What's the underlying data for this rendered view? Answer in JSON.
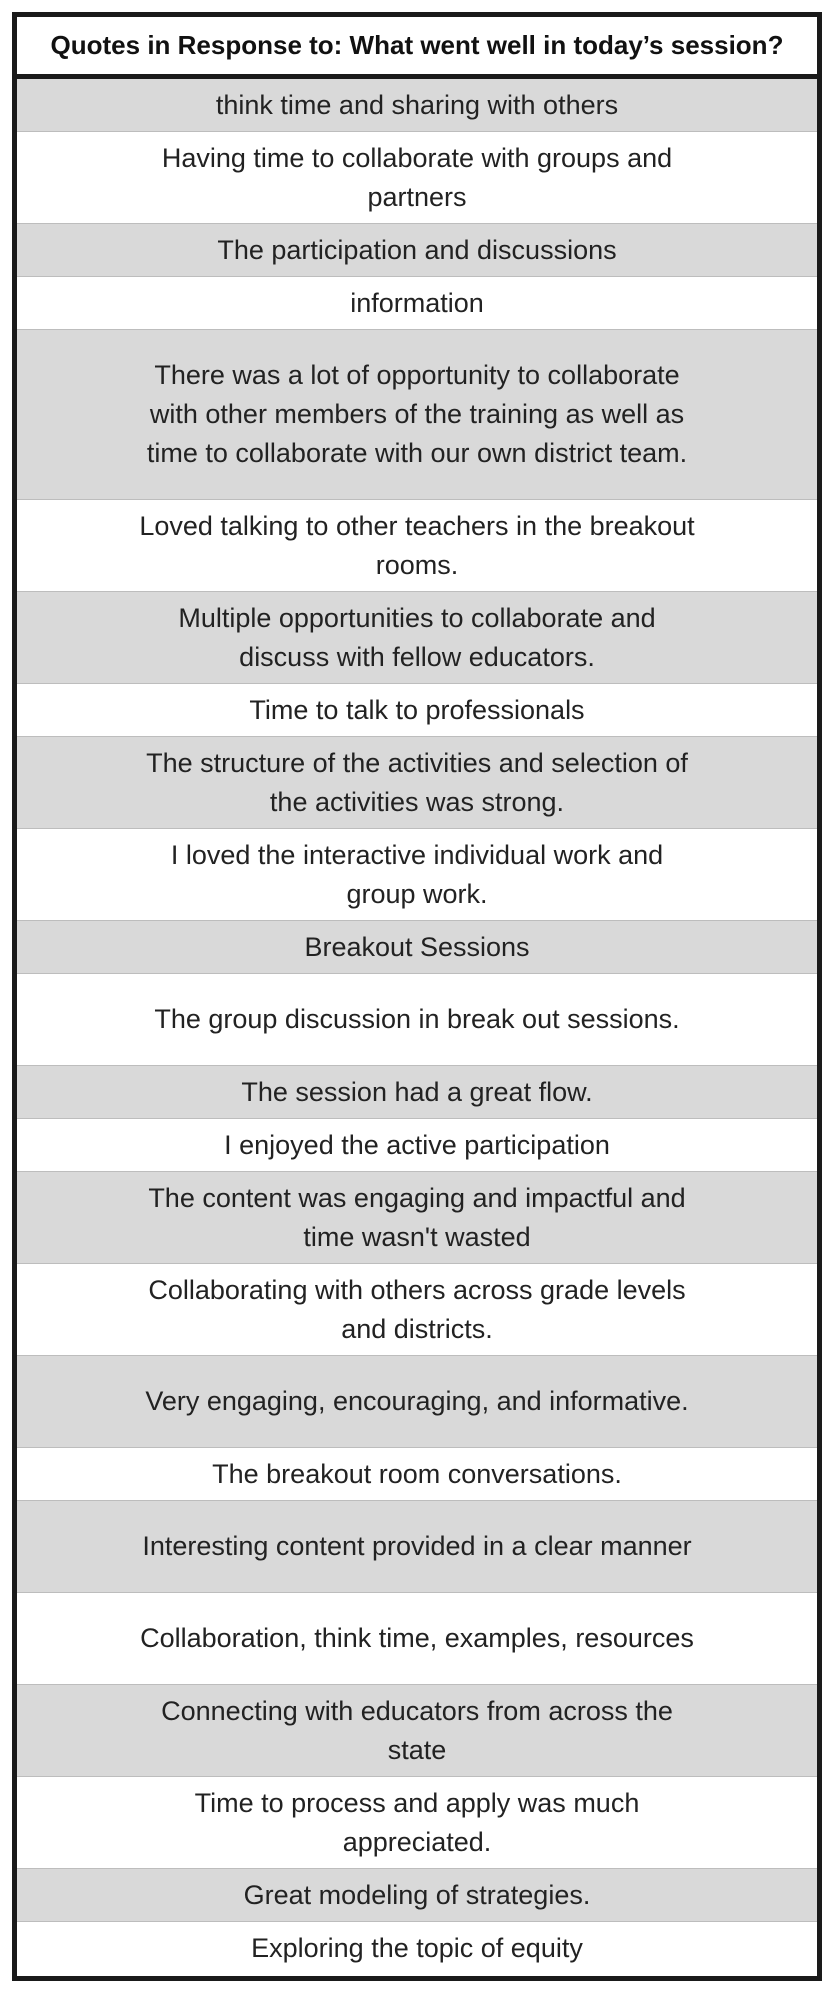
{
  "table": {
    "header": "Quotes in Response to: What went well in today’s session?",
    "rows": [
      {
        "text": "think time and sharing with others",
        "lines": 1
      },
      {
        "text": "Having time to collaborate with groups and partners",
        "lines": 2
      },
      {
        "text": "The participation and discussions",
        "lines": 1
      },
      {
        "text": "information",
        "lines": 1
      },
      {
        "text": "There was a lot of opportunity to collaborate with other members of the training as well as time to collaborate with our own district team.",
        "lines": 4
      },
      {
        "text": "Loved talking to other teachers in the breakout rooms.",
        "lines": 2
      },
      {
        "text": "Multiple opportunities to collaborate and discuss with fellow educators.",
        "lines": 2
      },
      {
        "text": "Time to talk to professionals",
        "lines": 1
      },
      {
        "text": "The structure of the activities and selection of the activities was strong.",
        "lines": 2
      },
      {
        "text": "I loved the interactive individual work and group work.",
        "lines": 2
      },
      {
        "text": "Breakout Sessions",
        "lines": 1
      },
      {
        "text": "The group discussion in break out sessions.",
        "lines": 2
      },
      {
        "text": "The session had a great flow.",
        "lines": 1
      },
      {
        "text": "I enjoyed the active participation",
        "lines": 1
      },
      {
        "text": "The content was engaging and impactful and time wasn't wasted",
        "lines": 2
      },
      {
        "text": "Collaborating with others across grade levels and districts.",
        "lines": 2
      },
      {
        "text": "Very engaging, encouraging, and informative.",
        "lines": 2
      },
      {
        "text": "The breakout room conversations.",
        "lines": 1
      },
      {
        "text": "Interesting content provided in a clear manner",
        "lines": 2
      },
      {
        "text": "Collaboration, think time, examples, resources",
        "lines": 2
      },
      {
        "text": "Connecting with educators from across the state",
        "lines": 2
      },
      {
        "text": "Time to process and apply was much appreciated.",
        "lines": 2
      },
      {
        "text": "Great modeling of strategies.",
        "lines": 1
      },
      {
        "text": "Exploring the topic of equity",
        "lines": 1
      }
    ]
  },
  "colors": {
    "border": "#1a1a1a",
    "shaded_row": "#d9d9d9",
    "plain_row": "#ffffff",
    "text": "#222222"
  }
}
